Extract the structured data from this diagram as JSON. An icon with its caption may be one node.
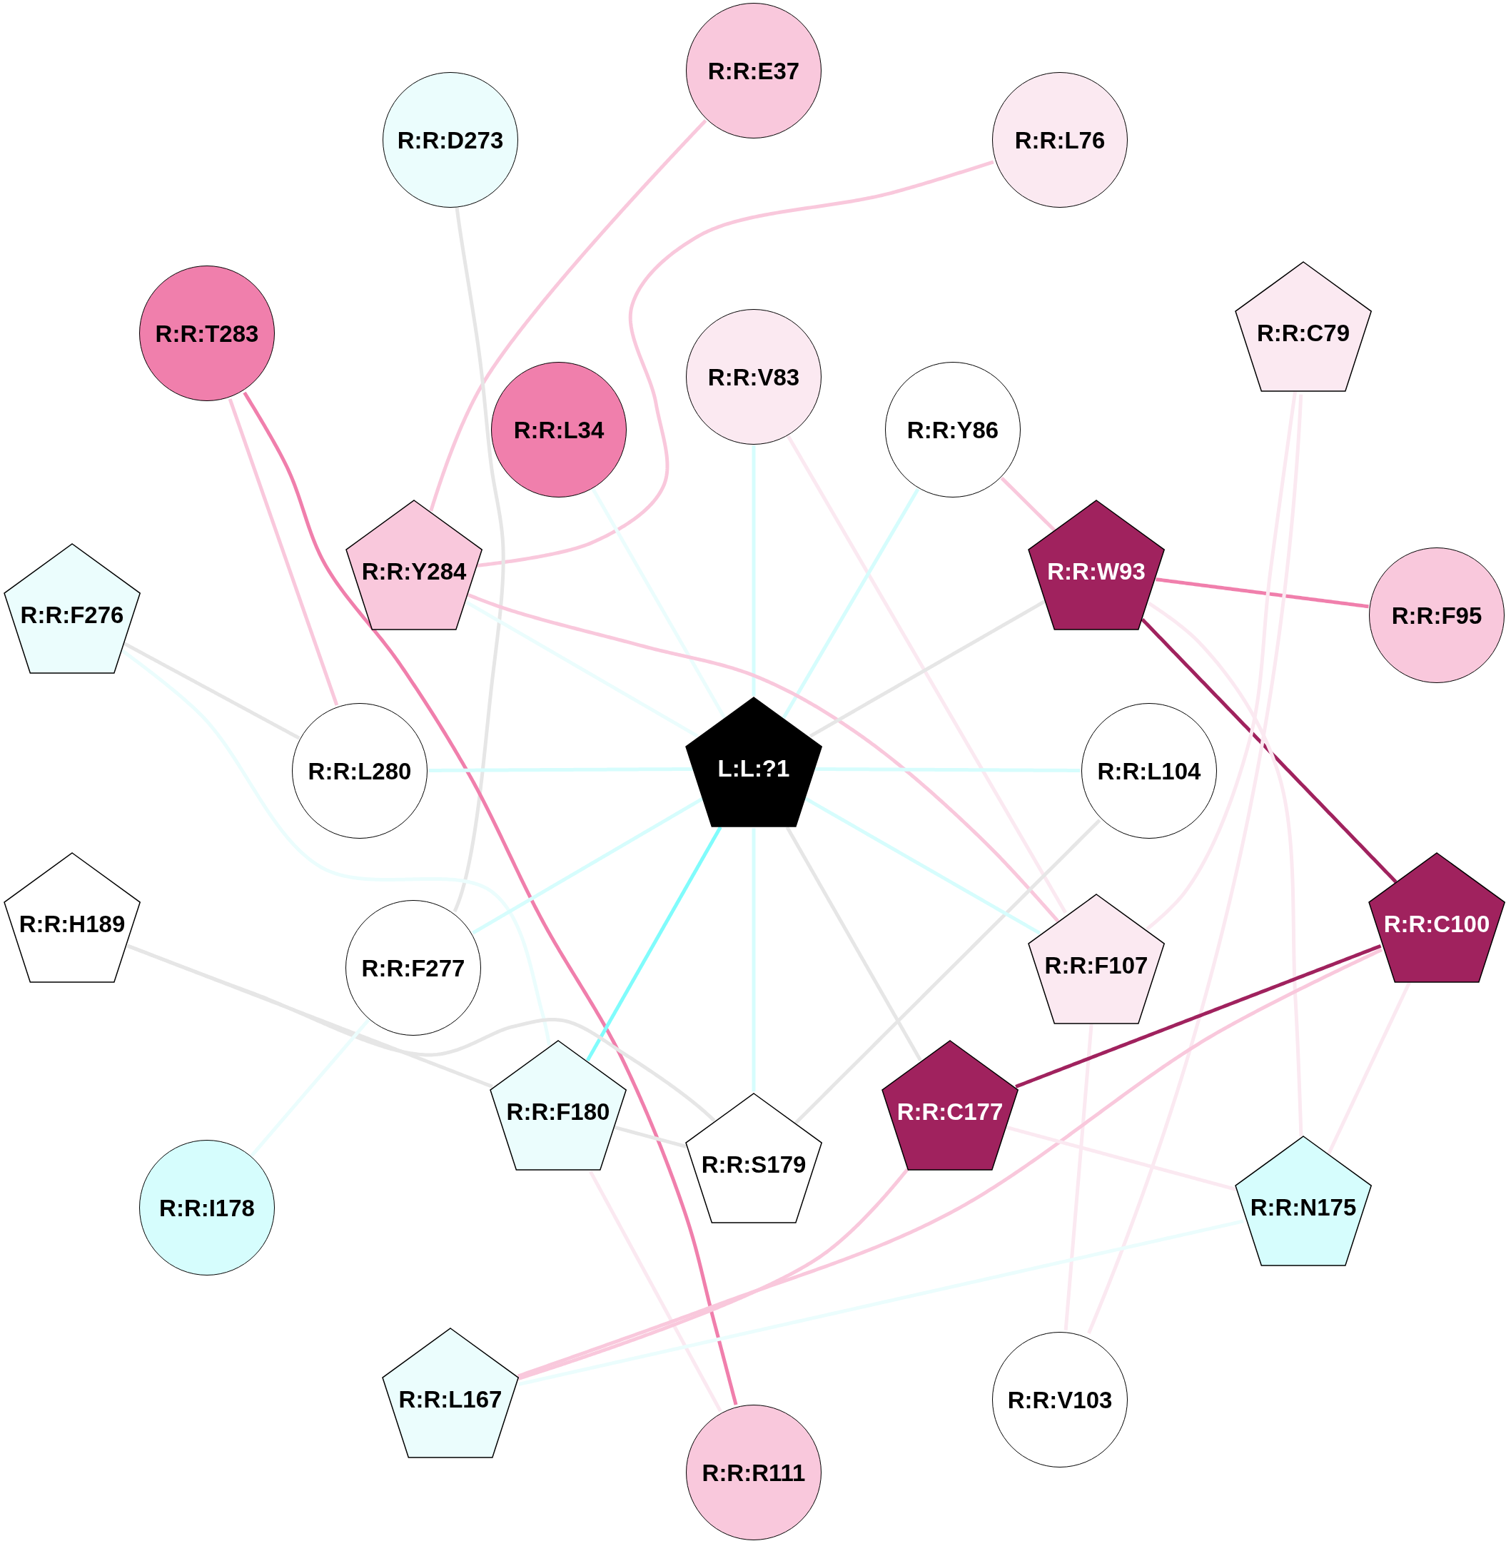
{
  "diagram": {
    "nodes": [
      {
        "text": [
          "R:R:E37"
        ]
      },
      {
        "text": [
          "R:R:D273"
        ]
      },
      {
        "text": [
          "R:R:L76"
        ]
      },
      {
        "text": [
          "R:R:T283"
        ]
      },
      {
        "text": [
          "R:R:C79"
        ]
      },
      {
        "text": [
          "R:R:V83"
        ]
      },
      {
        "text": [
          "R:R:L34"
        ]
      },
      {
        "text": [
          "R:R:Y86"
        ]
      },
      {
        "text": [
          "R:R:Y284"
        ]
      },
      {
        "text": [
          "R:R:W93"
        ]
      },
      {
        "text": [
          "R:R:F276"
        ]
      },
      {
        "text": [
          "R:R:F95"
        ]
      },
      {
        "text": [
          "L:L:?1"
        ]
      },
      {
        "text": [
          "R:R:L280"
        ]
      },
      {
        "text": [
          "R:R:L104"
        ]
      },
      {
        "text": [
          "R:R:H189"
        ]
      },
      {
        "text": [
          "R:R:C100"
        ]
      },
      {
        "text": [
          "R:R:F277"
        ]
      },
      {
        "text": [
          "R:R:F107"
        ]
      },
      {
        "text": [
          "R:R:F180"
        ]
      },
      {
        "text": [
          "R:R:C177"
        ]
      },
      {
        "text": [
          "R:R:S179"
        ]
      },
      {
        "text": [
          "R:R:I178"
        ]
      },
      {
        "text": [
          "R:R:N175"
        ]
      },
      {
        "text": [
          "R:R:L167"
        ]
      },
      {
        "text": [
          "R:R:V103"
        ]
      },
      {
        "text": [
          "R:R:R111"
        ]
      }
    ],
    "edges": [
      {
        "from": 0,
        "to": 8,
        "arrow": "none",
        "color": "#f9c8dc"
      },
      {
        "from": 2,
        "to": 8,
        "arrow": "none",
        "color": "#f9c8dc"
      },
      {
        "from": 1,
        "to": 17,
        "arrow": "none",
        "color": "#e6e6e6"
      },
      {
        "from": 3,
        "to": 13,
        "arrow": "none",
        "color": "#f9c8dc"
      },
      {
        "from": 3,
        "to": 26,
        "arrow": "none",
        "color": "#f07fac"
      },
      {
        "from": 6,
        "to": 12,
        "arrow": "none",
        "color": "#ebfdfd"
      },
      {
        "from": 5,
        "to": 12,
        "arrow": "none",
        "color": "#d6fdfd"
      },
      {
        "from": 5,
        "to": 18,
        "arrow": "none",
        "color": "#fbe9f1"
      },
      {
        "from": 7,
        "to": 12,
        "arrow": "none",
        "color": "#d6fdfd"
      },
      {
        "from": 7,
        "to": 9,
        "arrow": "none",
        "color": "#f9c8dc"
      },
      {
        "from": 8,
        "to": 12,
        "arrow": "none",
        "color": "#ebfdfd"
      },
      {
        "from": 8,
        "to": 18,
        "arrow": "none",
        "color": "#f9c8dc"
      },
      {
        "from": 9,
        "to": 12,
        "arrow": "none",
        "color": "#e6e6e6"
      },
      {
        "from": 9,
        "to": 11,
        "arrow": "none",
        "color": "#f07fac"
      },
      {
        "from": 9,
        "to": 16,
        "arrow": "none",
        "color": "#a0225e"
      },
      {
        "from": 9,
        "to": 23,
        "arrow": "none",
        "color": "#fbe9f1"
      },
      {
        "from": 4,
        "to": 18,
        "arrow": "none",
        "color": "#fbe9f1"
      },
      {
        "from": 4,
        "to": 25,
        "arrow": "none",
        "color": "#fbe9f1"
      },
      {
        "from": 10,
        "to": 13,
        "arrow": "none",
        "color": "#e6e6e6"
      },
      {
        "from": 10,
        "to": 19,
        "arrow": "none",
        "color": "#ebfdfd"
      },
      {
        "from": 13,
        "to": 12,
        "arrow": "none",
        "color": "#d6fdfd"
      },
      {
        "from": 14,
        "to": 12,
        "arrow": "none",
        "color": "#d6fdfd"
      },
      {
        "from": 14,
        "to": 21,
        "arrow": "none",
        "color": "#e6e6e6"
      },
      {
        "from": 12,
        "to": 17,
        "arrow": "none",
        "color": "#d6fdfd"
      },
      {
        "from": 12,
        "to": 19,
        "arrow": "none",
        "color": "#80fcfc"
      },
      {
        "from": 12,
        "to": 21,
        "arrow": "none",
        "color": "#d6fdfd"
      },
      {
        "from": 12,
        "to": 18,
        "arrow": "none",
        "color": "#d6fdfd"
      },
      {
        "from": 12,
        "to": 20,
        "arrow": "none",
        "color": "#e6e6e6"
      },
      {
        "from": 15,
        "to": 19,
        "arrow": "none",
        "color": "#e6e6e6"
      },
      {
        "from": 15,
        "to": 21,
        "arrow": "none",
        "color": "#e6e6e6"
      },
      {
        "from": 17,
        "to": 22,
        "arrow": "none",
        "color": "#ebfdfd"
      },
      {
        "from": 19,
        "to": 21,
        "arrow": "none",
        "color": "#e6e6e6"
      },
      {
        "from": 19,
        "to": 26,
        "arrow": "none",
        "color": "#fbe9f1"
      },
      {
        "from": 18,
        "to": 25,
        "arrow": "none",
        "color": "#fbe9f1"
      },
      {
        "from": 16,
        "to": 20,
        "arrow": "none",
        "color": "#a0225e"
      },
      {
        "from": 16,
        "to": 24,
        "arrow": "none",
        "color": "#f9c8dc"
      },
      {
        "from": 16,
        "to": 23,
        "arrow": "none",
        "color": "#fbe9f1"
      },
      {
        "from": 20,
        "to": 24,
        "arrow": "none",
        "color": "#f9c8dc"
      },
      {
        "from": 20,
        "to": 23,
        "arrow": "none",
        "color": "#fbe9f1"
      },
      {
        "from": 23,
        "to": 24,
        "arrow": "none",
        "color": "#ebfdfd"
      }
    ]
  }
}
